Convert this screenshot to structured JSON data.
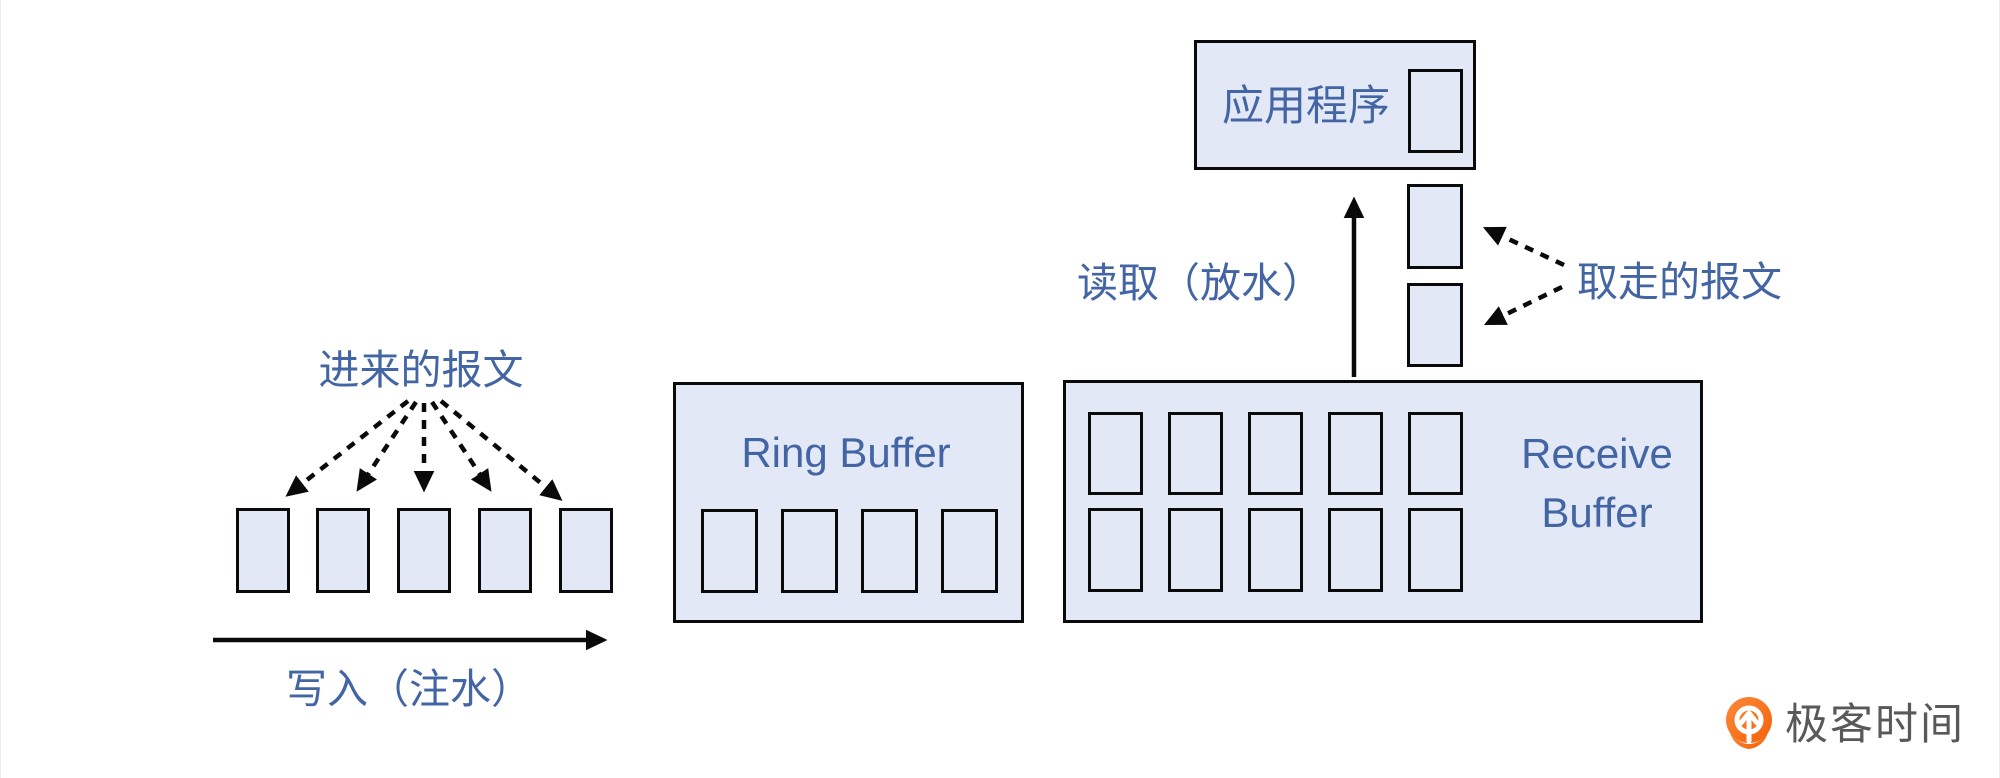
{
  "diagram": {
    "incoming": {
      "label": "进来的报文",
      "packet_count": 5
    },
    "write": {
      "label": "写入（注水）"
    },
    "ring_buffer": {
      "title": "Ring Buffer",
      "slot_count": 4
    },
    "receive_buffer": {
      "title": "Receive Buffer",
      "slot_rows": 2,
      "slot_cols": 5
    },
    "application": {
      "title": "应用程序",
      "slot_count": 1
    },
    "read": {
      "label": "读取（放水）"
    },
    "taken": {
      "label": "取走的报文",
      "packet_count": 2
    }
  },
  "branding": {
    "logo_text": "极客时间"
  },
  "colors": {
    "slot_fill": "#e3e8f7",
    "outline": "#0a0a0a",
    "label_blue": "#4365a4",
    "logo_orange": "#f96e1d",
    "logo_text_gray": "#59595b"
  }
}
